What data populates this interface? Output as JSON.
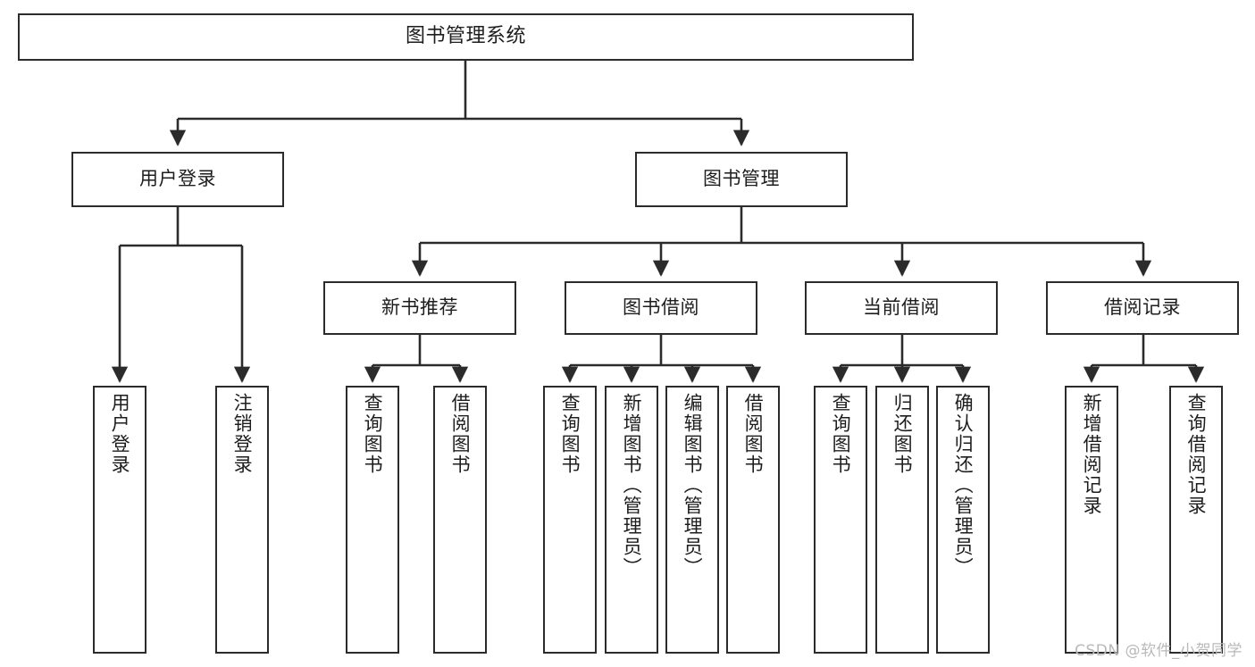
{
  "diagram": {
    "title": "图书管理系统",
    "type": "tree-hierarchy",
    "watermark": "CSDN @软件_小贺同学",
    "colors": {
      "background": "#ffffff",
      "box_border": "#2b2b2b",
      "box_fill": "#ffffff",
      "connector": "#2b2b2b",
      "text": "#1d1d1d",
      "watermark": "#b9b9b9"
    },
    "root": {
      "label": "图书管理系统"
    },
    "level2": [
      {
        "label": "用户登录"
      },
      {
        "label": "图书管理"
      }
    ],
    "level3": [
      {
        "label": "新书推荐"
      },
      {
        "label": "图书借阅"
      },
      {
        "label": "当前借阅"
      },
      {
        "label": "借阅记录"
      }
    ],
    "leaves": {
      "user_login": [
        {
          "label": "用户登录"
        },
        {
          "label": "注销登录"
        }
      ],
      "new_book_recommend": [
        {
          "label": "查询图书"
        },
        {
          "label": "借阅图书"
        }
      ],
      "book_borrow": [
        {
          "label": "查询图书"
        },
        {
          "label": "新增图书（管理员）"
        },
        {
          "label": "编辑图书（管理员）"
        },
        {
          "label": "借阅图书"
        }
      ],
      "current_borrow": [
        {
          "label": "查询图书"
        },
        {
          "label": "归还图书"
        },
        {
          "label": "确认归还（管理员）"
        }
      ],
      "borrow_record": [
        {
          "label": "新增借阅记录"
        },
        {
          "label": "查询借阅记录"
        }
      ]
    }
  }
}
